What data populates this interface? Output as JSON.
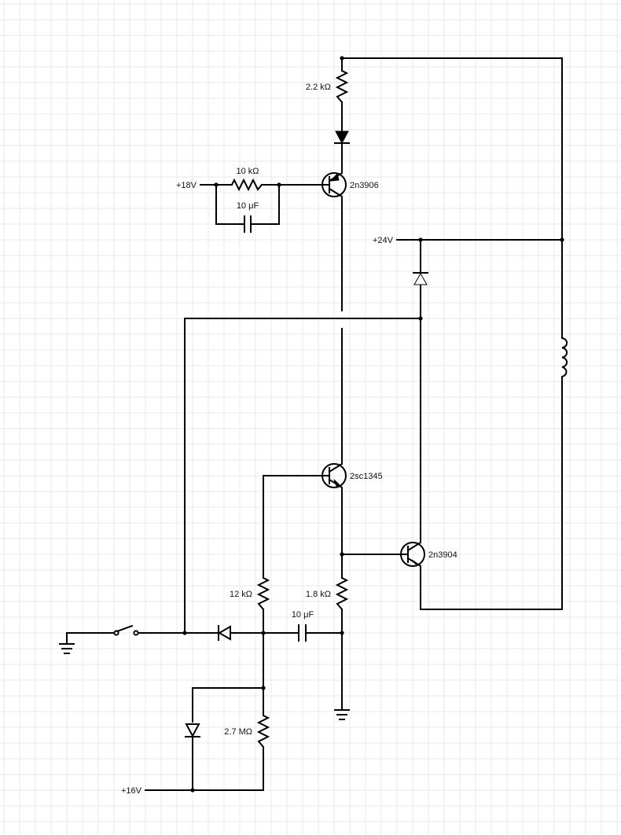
{
  "components": {
    "r_top": {
      "label": "2.2 kΩ"
    },
    "r_base_pnp": {
      "label": "10 kΩ"
    },
    "c_base_pnp": {
      "label": "10 μF"
    },
    "supply_18": {
      "label": "+18V"
    },
    "q_2n3906": {
      "label": "2n3906"
    },
    "supply_24": {
      "label": "+24V"
    },
    "q_2sc1345": {
      "label": "2sc1345"
    },
    "q_2n3904": {
      "label": "2n3904"
    },
    "r_12k": {
      "label": "12 kΩ"
    },
    "r_1_8k": {
      "label": "1.8 kΩ"
    },
    "c_10u": {
      "label": "10 μF"
    },
    "r_2_7m": {
      "label": "2.7 MΩ"
    },
    "supply_16": {
      "label": "+16V"
    }
  }
}
